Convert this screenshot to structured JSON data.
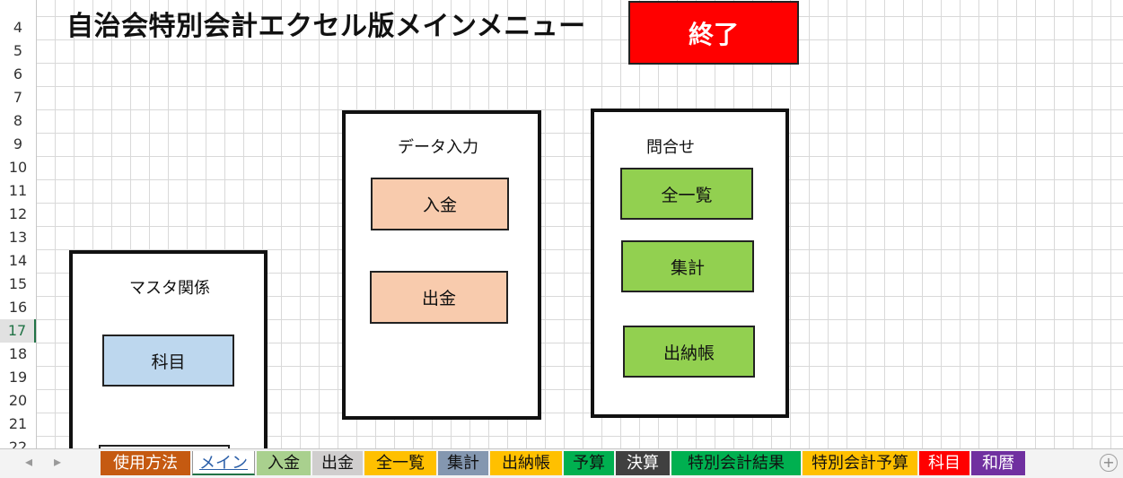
{
  "row_numbers": [
    "4",
    "5",
    "6",
    "7",
    "8",
    "9",
    "10",
    "11",
    "12",
    "13",
    "14",
    "15",
    "16",
    "17",
    "18",
    "19",
    "20",
    "21",
    "22"
  ],
  "active_row": "17",
  "title": "自治会特別会計エクセル版メインメニュー",
  "quit_label": "終了",
  "groups": {
    "master": {
      "title": "マスタ関係",
      "buttons": [
        "科目"
      ]
    },
    "data_entry": {
      "title": "データ入力",
      "buttons": [
        "入金",
        "出金"
      ]
    },
    "inquiry": {
      "title": "問合せ",
      "buttons": [
        "全一覧",
        "集計",
        "出納帳"
      ]
    }
  },
  "sheet_tabs": [
    {
      "label": "使用方法",
      "color": "#c55a11"
    },
    {
      "label": "メイン",
      "color": "#ffffff",
      "active": true
    },
    {
      "label": "入金",
      "color": "#a9d08e"
    },
    {
      "label": "出金",
      "color": "#d0cece"
    },
    {
      "label": "全一覧",
      "color": "#ffc000"
    },
    {
      "label": "集計",
      "color": "#8497b0"
    },
    {
      "label": "出納帳",
      "color": "#ffc000"
    },
    {
      "label": "予算",
      "color": "#00b050"
    },
    {
      "label": "決算",
      "color": "#404040"
    },
    {
      "label": "特別会計結果",
      "color": "#00b050"
    },
    {
      "label": "特別会計予算",
      "color": "#ffc000"
    },
    {
      "label": "科目",
      "color": "#ff0000"
    },
    {
      "label": "和暦",
      "color": "#7030a0"
    }
  ],
  "icons": {
    "nav_prev": "triangle-left",
    "nav_next": "triangle-right",
    "add_sheet": "plus-circle"
  }
}
